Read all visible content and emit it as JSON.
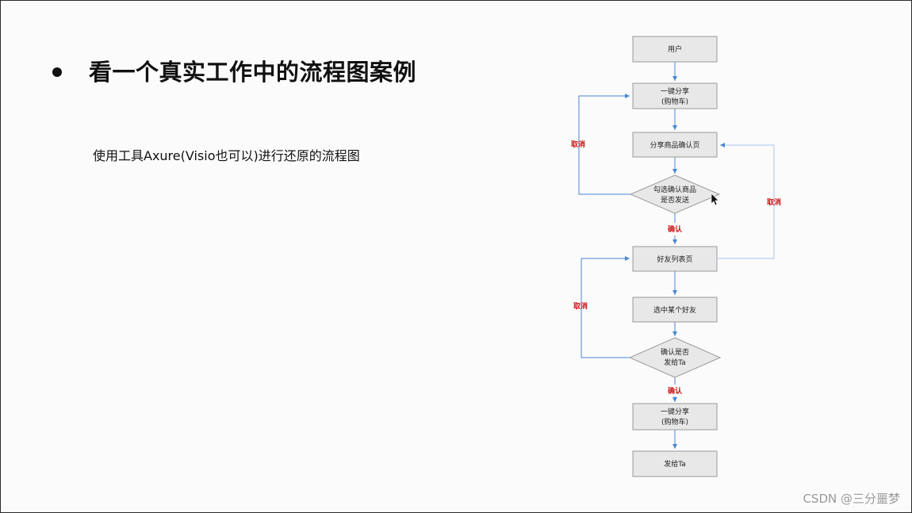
{
  "slide": {
    "title": "看一个真实工作中的流程图案例",
    "subtitle": "使用工具Axure(Visio也可以)进行还原的流程图",
    "watermark": "CSDN @三分噩梦"
  },
  "flowchart": {
    "nodes": {
      "user": "用户",
      "share1_l1": "一键分享",
      "share1_l2": "(购物车)",
      "confirm_page": "分享商品确认页",
      "decision1_l1": "勾选确认商品",
      "decision1_l2": "是否发送",
      "friend_list": "好友列表页",
      "select_friend": "选中某个好友",
      "decision2_l1": "确认是否",
      "decision2_l2": "发给Ta",
      "share2_l1": "一键分享",
      "share2_l2": "(购物车)",
      "send": "发给Ta"
    },
    "edge_labels": {
      "cancel1": "取消",
      "confirm1": "确认",
      "cancel2": "取消",
      "cancel3": "取消",
      "confirm2": "确认"
    },
    "colors": {
      "box_fill": "#e8e8e8",
      "box_stroke": "#9a9a9a",
      "arrow": "#4a86d4",
      "loop_line": "#a9c6ec",
      "label": "#cc1111"
    }
  }
}
